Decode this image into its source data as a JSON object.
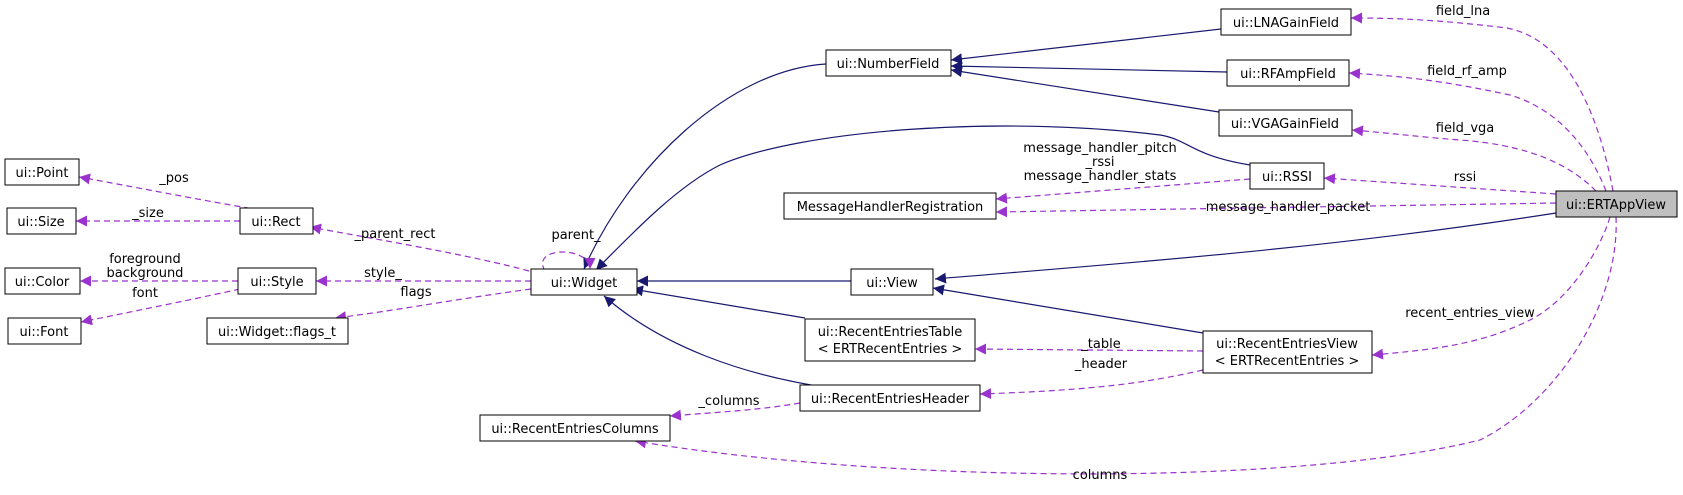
{
  "colors": {
    "inheritance": "#191970",
    "usage": "#9a32cd",
    "highlight_fill": "#bfbfbf"
  },
  "nodes": {
    "erta": [
      "ui::ERTAppView"
    ],
    "lna": [
      "ui::LNAGainField"
    ],
    "rfamp": [
      "ui::RFAmpField"
    ],
    "vga": [
      "ui::VGAGainField"
    ],
    "numberfield": [
      "ui::NumberField"
    ],
    "rssi": [
      "ui::RSSI"
    ],
    "msgreg": [
      "MessageHandlerRegistration"
    ],
    "point": [
      "ui::Point"
    ],
    "size": [
      "ui::Size"
    ],
    "rect": [
      "ui::Rect"
    ],
    "color": [
      "ui::Color"
    ],
    "style": [
      "ui::Style"
    ],
    "font": [
      "ui::Font"
    ],
    "widget": [
      "ui::Widget"
    ],
    "flags": [
      "ui::Widget::flags_t"
    ],
    "view": [
      "ui::View"
    ],
    "rtable": [
      "ui::RecentEntriesTable",
      "< ERTRecentEntries >"
    ],
    "rview": [
      "ui::RecentEntriesView",
      "< ERTRecentEntries >"
    ],
    "rheader": [
      "ui::RecentEntriesHeader"
    ],
    "rcolumns": [
      "ui::RecentEntriesColumns"
    ]
  },
  "edge_labels": {
    "field_lna": "field_lna",
    "field_rf_amp": "field_rf_amp",
    "field_vga": "field_vga",
    "rssi": "rssi",
    "message_handler_packet": "message_handler_packet",
    "mh_rssi": [
      "message_handler_pitch",
      "_rssi",
      "message_handler_stats"
    ],
    "recent_entries_view": "recent_entries_view",
    "columns": "columns",
    "table": "_table",
    "header": "_header",
    "col": "_columns",
    "parent_rect": "_parent_rect",
    "parent": "parent_",
    "style": "style_",
    "flags": "flags",
    "pos": "_pos",
    "size": "_size",
    "fgbg": [
      "foreground",
      "background"
    ],
    "font": "font"
  }
}
